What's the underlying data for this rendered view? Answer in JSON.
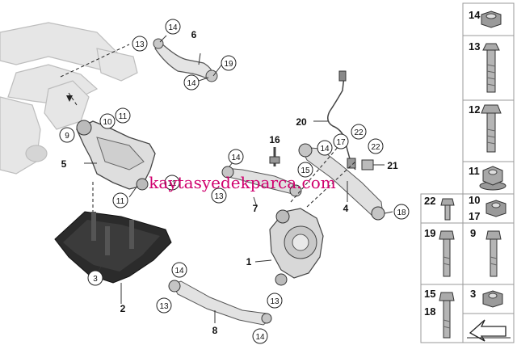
{
  "watermark": "kaytasyedekparca.com",
  "callouts": {
    "c14a": "14",
    "c13a": "13",
    "p6": "6",
    "c19a": "19",
    "c14b": "14",
    "c9a": "9",
    "c10": "10",
    "c11a": "11",
    "p5": "5",
    "c11b": "11",
    "c11c": "11",
    "p20": "20",
    "c22a": "22",
    "c22b": "22",
    "c17": "17",
    "c14c": "14",
    "p16": "16",
    "c14d": "14",
    "c15": "15",
    "c13b": "13",
    "p7": "7",
    "p21": "21",
    "p4": "4",
    "c18": "18",
    "p1": "1",
    "c3": "3",
    "p2": "2",
    "c14e": "14",
    "c13c": "13",
    "p8": "8",
    "c14f": "14",
    "c13d": "13"
  },
  "parts_panel": {
    "r14": "14",
    "r13": "13",
    "r12": "12",
    "r11": "11",
    "r22": "22",
    "r10": "10",
    "r17": "17",
    "r19": "19",
    "r9": "9",
    "r15": "15",
    "r18": "18",
    "r3": "3"
  }
}
